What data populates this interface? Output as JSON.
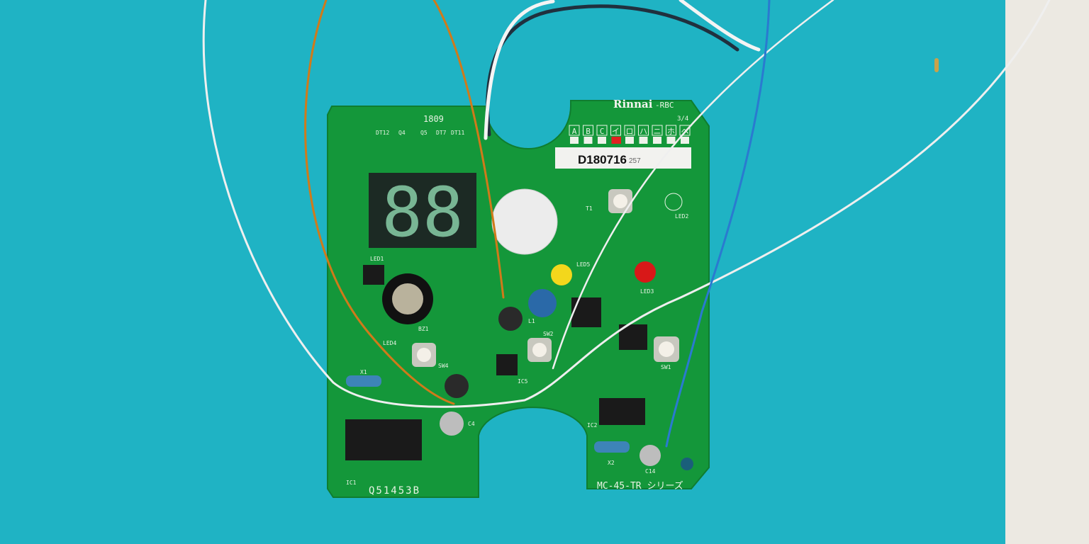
{
  "scene": {
    "background_color": "#1fb3c4",
    "board_color": "#14973a",
    "board": {
      "brand": "Rinnai",
      "brand_suffix": "-RBC",
      "page_mark": "3/4",
      "top_code": "1809",
      "selector_marks": [
        "A",
        "B",
        "C",
        "イ",
        "ロ",
        "ハ",
        "ニ",
        "ホ",
        "ヘ"
      ],
      "selected_mark_index": 3,
      "sticker_code": "D180716",
      "sticker_suffix": "257",
      "part_number": "Q51453B",
      "model": "MC-45-TR シリーズ",
      "display_digits": "88",
      "component_labels": [
        "LED1",
        "LED2",
        "LED3",
        "LED4",
        "LED5",
        "SW1",
        "SW2",
        "SW4",
        "BZ1",
        "IC1",
        "IC2",
        "IC5",
        "X1",
        "X2",
        "C4",
        "C14",
        "L1",
        "T1",
        "DT12",
        "Q4",
        "Q5",
        "DT7",
        "DT11"
      ]
    }
  }
}
